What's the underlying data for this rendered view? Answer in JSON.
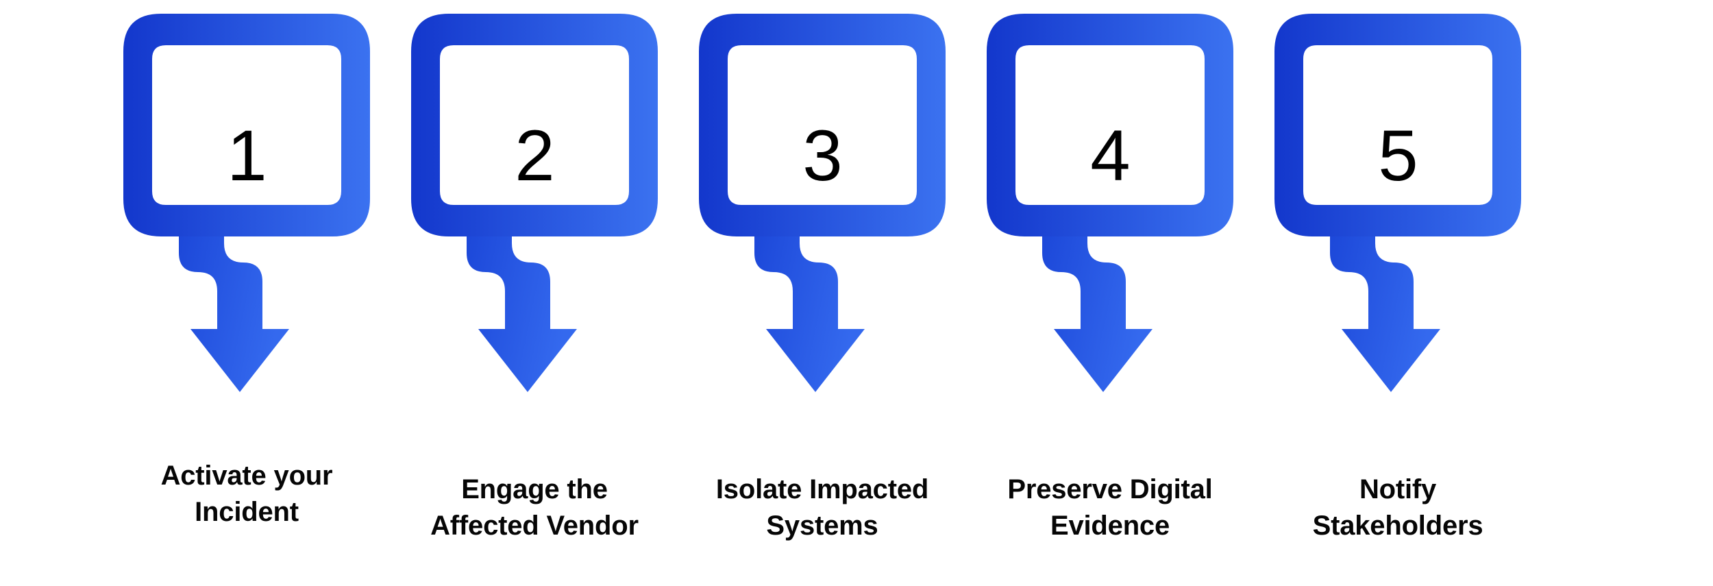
{
  "diagram": {
    "type": "numbered-process-flow",
    "orientation": "horizontal",
    "step_count": 5,
    "background_color": "#ffffff",
    "accent_gradient_start": "#1337cc",
    "accent_gradient_end": "#3b72f0",
    "arrow_color": "#2b5fe8",
    "number_color": "#000000",
    "label_color": "#060606"
  },
  "steps": [
    {
      "number": "1",
      "label": "Activate your Incident",
      "label_line_1": "Activate your",
      "label_line_2": "Incident"
    },
    {
      "number": "2",
      "label": "Engage the Affected Vendor",
      "label_line_1": "Engage the",
      "label_line_2": "Affected Vendor"
    },
    {
      "number": "3",
      "label": "Isolate Impacted Systems",
      "label_line_1": "Isolate Impacted",
      "label_line_2": "Systems"
    },
    {
      "number": "4",
      "label": "Preserve Digital Evidence",
      "label_line_1": "Preserve Digital",
      "label_line_2": "Evidence"
    },
    {
      "number": "5",
      "label": "Notify Stakeholders",
      "label_line_1": "Notify",
      "label_line_2": "Stakeholders"
    }
  ]
}
